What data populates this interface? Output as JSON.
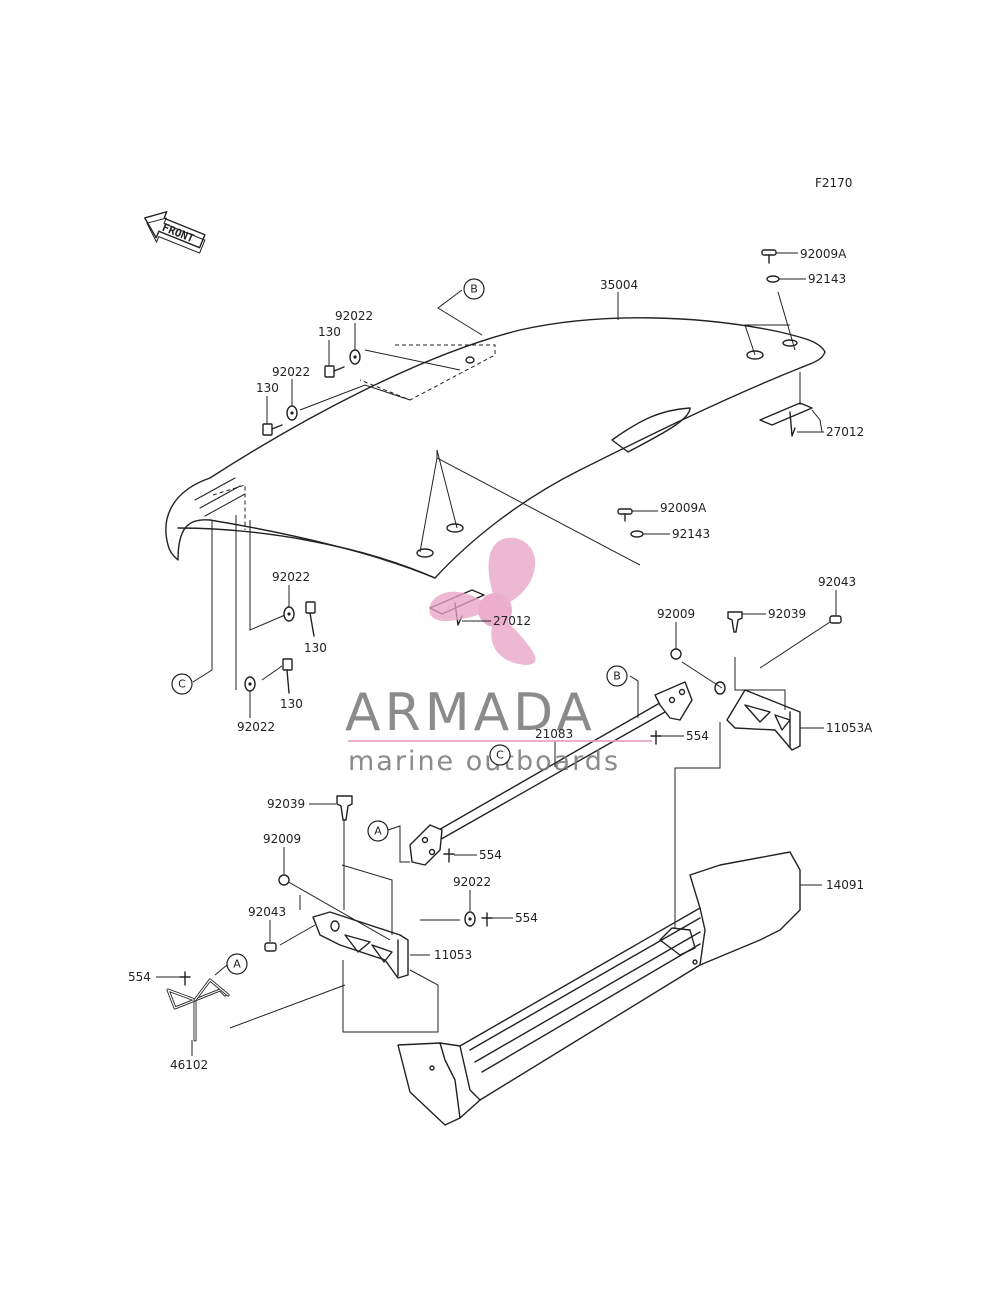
{
  "figure_code": "F2170",
  "front_label": "FRONT",
  "watermark": {
    "brand": "ARMADA",
    "tagline": "marine outboards",
    "accent_color": "#e8a2c4",
    "text_color": "#777777"
  },
  "callouts": [
    {
      "id": "B",
      "label": "B"
    },
    {
      "id": "C",
      "label": "C"
    },
    {
      "id": "B2",
      "label": "B"
    },
    {
      "id": "C2",
      "label": "C"
    },
    {
      "id": "A",
      "label": "A"
    },
    {
      "id": "A2",
      "label": "A"
    }
  ],
  "part_labels": [
    {
      "id": "p35004",
      "label": "35004"
    },
    {
      "id": "p92009A_top",
      "label": "92009A"
    },
    {
      "id": "p92143_top",
      "label": "92143"
    },
    {
      "id": "p27012_right",
      "label": "27012"
    },
    {
      "id": "p92022_a",
      "label": "92022"
    },
    {
      "id": "p130_a",
      "label": "130"
    },
    {
      "id": "p92022_b",
      "label": "92022"
    },
    {
      "id": "p130_b",
      "label": "130"
    },
    {
      "id": "p92009A_mid",
      "label": "92009A"
    },
    {
      "id": "p92143_mid",
      "label": "92143"
    },
    {
      "id": "p27012_center",
      "label": "27012"
    },
    {
      "id": "p92022_c",
      "label": "92022"
    },
    {
      "id": "p130_c",
      "label": "130"
    },
    {
      "id": "p130_d",
      "label": "130"
    },
    {
      "id": "p92022_d",
      "label": "92022"
    },
    {
      "id": "p92043_right",
      "label": "92043"
    },
    {
      "id": "p92009_right",
      "label": "92009"
    },
    {
      "id": "p92039_right",
      "label": "92039"
    },
    {
      "id": "p11053A",
      "label": "11053A"
    },
    {
      "id": "p554_right",
      "label": "554"
    },
    {
      "id": "p21083",
      "label": "21083"
    },
    {
      "id": "p92039_left",
      "label": "92039"
    },
    {
      "id": "p554_mid",
      "label": "554"
    },
    {
      "id": "p92009_left",
      "label": "92009"
    },
    {
      "id": "p92022_e",
      "label": "92022"
    },
    {
      "id": "p554_low",
      "label": "554"
    },
    {
      "id": "p14091",
      "label": "14091"
    },
    {
      "id": "p92043_left",
      "label": "92043"
    },
    {
      "id": "p11053",
      "label": "11053"
    },
    {
      "id": "p554_left",
      "label": "554"
    },
    {
      "id": "p46102",
      "label": "46102"
    }
  ]
}
